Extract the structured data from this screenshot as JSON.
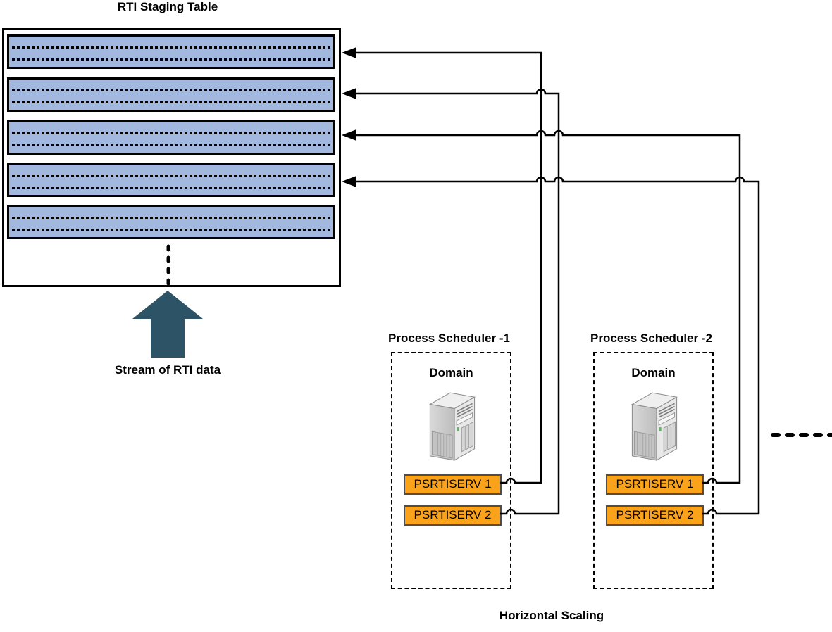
{
  "staging_table": {
    "title": "RTI Staging Table",
    "row_count": 5
  },
  "stream_arrow": {
    "label": "Stream of RTI data"
  },
  "schedulers": [
    {
      "title": "Process Scheduler -1",
      "domain_label": "Domain",
      "servers": [
        {
          "label": "PSRTISERV 1"
        },
        {
          "label": "PSRTISERV 2"
        }
      ]
    },
    {
      "title": "Process Scheduler -2",
      "domain_label": "Domain",
      "servers": [
        {
          "label": "PSRTISERV 1"
        },
        {
          "label": "PSRTISERV 2"
        }
      ]
    }
  ],
  "footer_label": "Horizontal Scaling",
  "colors": {
    "row_fill": "#A3B8DE",
    "server_box_fill": "#FBA21B",
    "stream_arrow_fill": "#2D5466",
    "line_color": "#000000"
  }
}
